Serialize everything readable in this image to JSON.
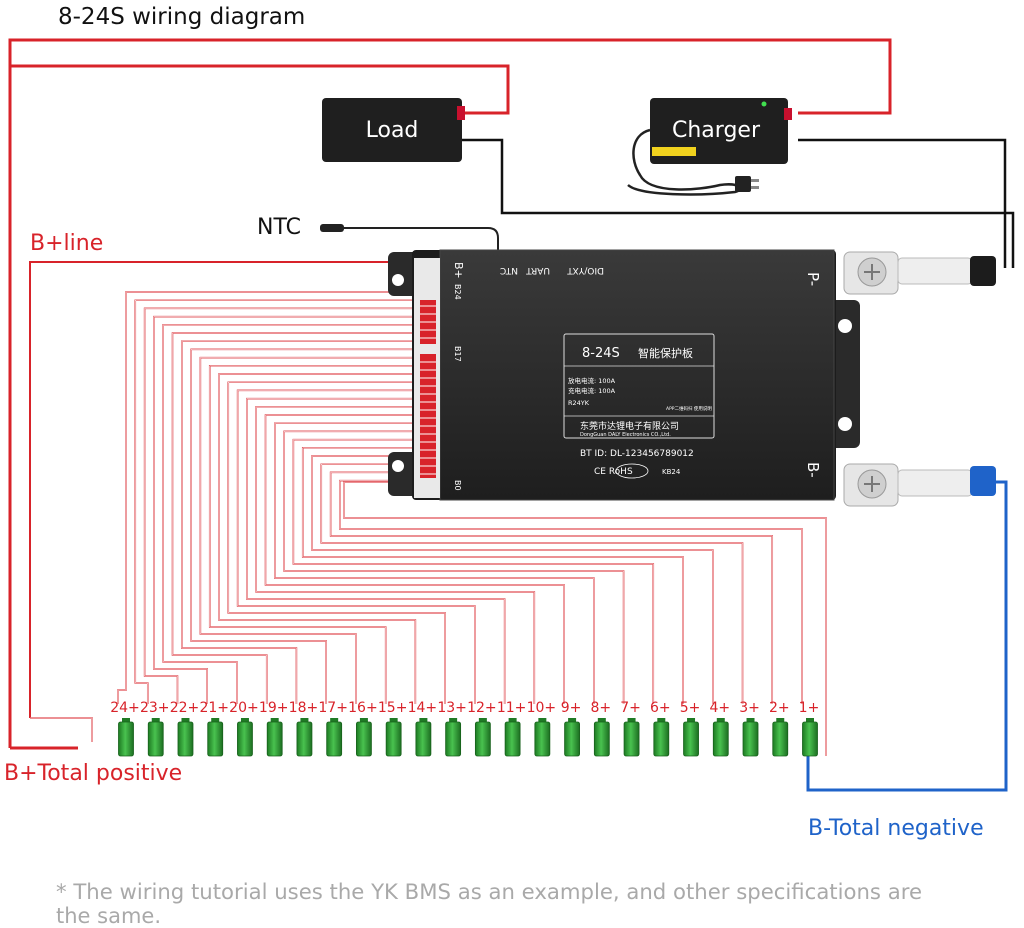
{
  "title": "8-24S wiring diagram",
  "labels": {
    "load": "Load",
    "charger": "Charger",
    "ntc": "NTC",
    "b_plus_line": "B+line",
    "b_plus_total": "B+Total positive",
    "b_minus_total": "B-Total negative",
    "footnote_line1": "* The wiring tutorial uses the YK BMS as an example, and other specifications are",
    "footnote_line2": "the same."
  },
  "bms": {
    "ports": [
      "DIO/YXT",
      "UART",
      "NTC"
    ],
    "b_plus": "B+",
    "b24": "B24",
    "b17": "B17",
    "b0": "B0",
    "p_minus": "P-",
    "b_minus": "B-",
    "label_title": "8-24S",
    "label_cn_title": "智能保护板",
    "spec1": "放电电流: 100A",
    "spec2": "充电电流: 100A",
    "model": "R24YK",
    "app_note": "APP二维码扫\n使用说明",
    "company_cn": "东莞市达锂电子有限公司",
    "company_en": "DongGuan DALY Electronics CO.,Ltd.",
    "bt_id": "BT ID: DL-123456789012",
    "cert": "CE  RoHS",
    "code": "KB24"
  },
  "cells": {
    "labels": [
      "24+",
      "23+",
      "22+",
      "21+",
      "20+",
      "19+",
      "18+",
      "17+",
      "16+",
      "15+",
      "14+",
      "13+",
      "12+",
      "11+",
      "10+",
      "9+",
      "8+",
      "7+",
      "6+",
      "5+",
      "4+",
      "3+",
      "2+",
      "1+"
    ]
  },
  "colors": {
    "positive_wire": "#d8232a",
    "negative_wire": "#1f63c9",
    "black_wire": "#111111",
    "cell": "#2fa536",
    "bms_body": "#2b2b2b",
    "footnote": "#a9a9a9"
  }
}
